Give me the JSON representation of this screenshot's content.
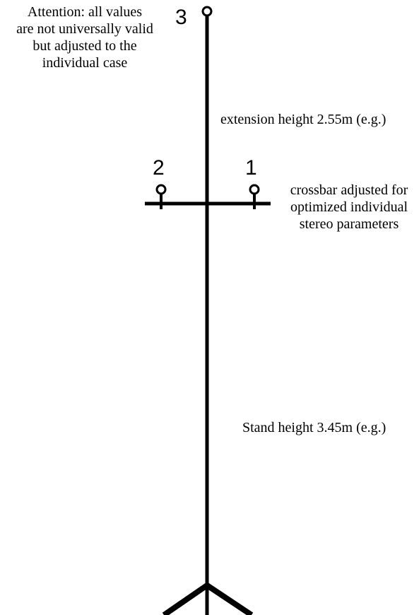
{
  "notes": {
    "attention_lines": [
      "Attention: all values",
      "are not universally valid",
      "but adjusted to the",
      "individual case"
    ],
    "extension": "extension height 2.55m (e.g.)",
    "crossbar_lines": [
      "crossbar adjusted for",
      "optimized individual",
      "stereo parameters"
    ],
    "stand": "Stand height 3.45m (e.g.)"
  },
  "camera_labels": {
    "one": "1",
    "two": "2",
    "three": "3"
  },
  "colors": {
    "line": "#000000",
    "background": "#ffffff"
  }
}
